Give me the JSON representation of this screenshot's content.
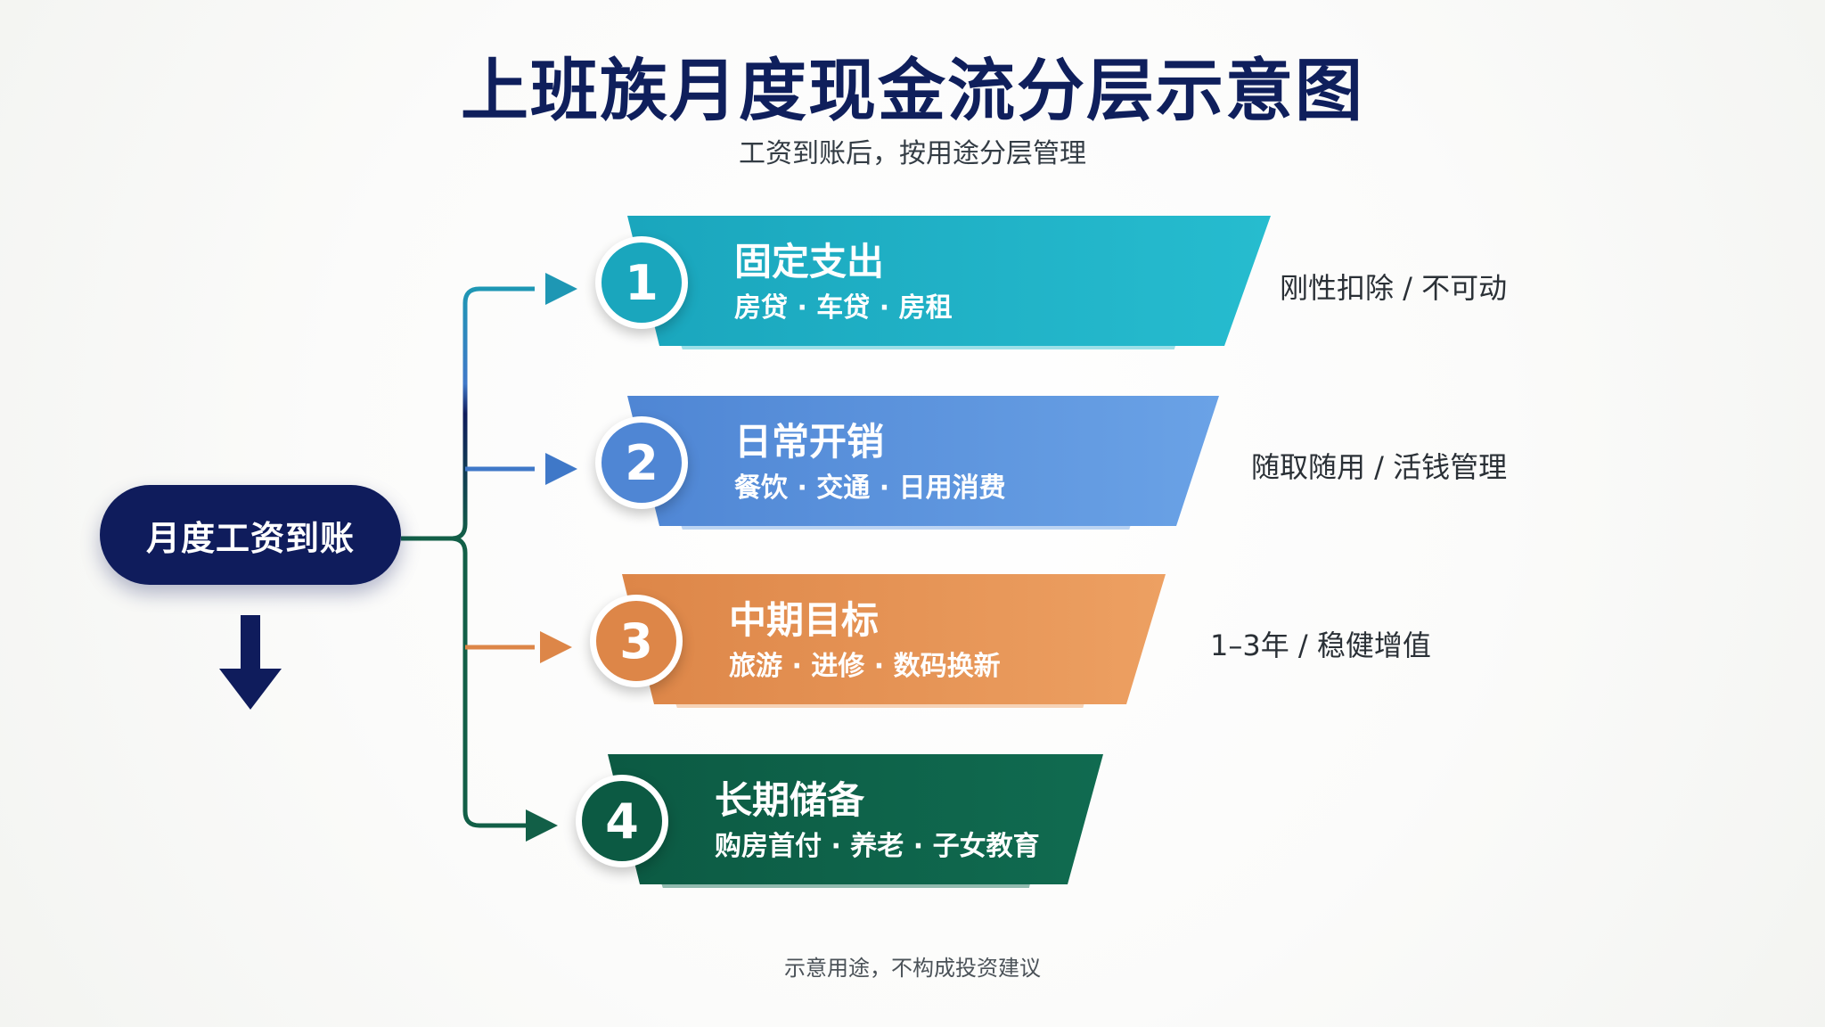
{
  "title": "上班族月度现金流分层示意图",
  "subtitle": "工资到账后，按用途分层管理",
  "source": {
    "label": "月度工资到账",
    "color": "#0f1c5c"
  },
  "tiers": [
    {
      "number": "1",
      "title": "固定支出",
      "items": "房贷 · 车贷 · 房租",
      "note": "刚性扣除 / 不可动",
      "color": "#1aa6bd",
      "color_light": "#26bccf",
      "connector_color": "#1e97b4"
    },
    {
      "number": "2",
      "title": "日常开销",
      "items": "餐饮 · 交通 · 日用消费",
      "note": "随取随用 / 活钱管理",
      "color": "#4f86d4",
      "color_light": "#6aa2e6",
      "connector_color": "#3f78c8"
    },
    {
      "number": "3",
      "title": "中期目标",
      "items": "旅游 · 进修 · 数码换新",
      "note": "1–3年 / 稳健增值",
      "color": "#dd8648",
      "color_light": "#eda062",
      "connector_color": "#dd8648"
    },
    {
      "number": "4",
      "title": "长期储备",
      "items": "购房首付 · 养老 · 子女教育",
      "note": "",
      "color": "#0c5a43",
      "color_light": "#106b50",
      "connector_color": "#125f47"
    }
  ],
  "footnote": "示意用途，不构成投资建议"
}
